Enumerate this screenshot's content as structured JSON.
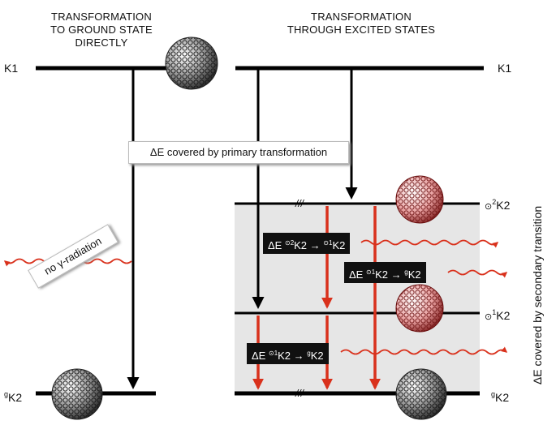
{
  "titles": {
    "left_line1": "TRANSFORMATION",
    "left_line2": "TO GROUND STATE",
    "left_line3": "DIRECTLY",
    "right_line1": "TRANSFORMATION",
    "right_line2": "THROUGH EXCITED STATES"
  },
  "levels": {
    "k1_left": "K1",
    "k1_right": "K1",
    "excited2_prefix": "⊙",
    "excited2_sup": "2",
    "excited2_name": "K2",
    "excited1_prefix": "⊙",
    "excited1_sup": "1",
    "excited1_name": "K2",
    "ground_left_sup": "g",
    "ground_left_name": "K2",
    "ground_right_sup": "g",
    "ground_right_name": "K2"
  },
  "labels": {
    "primary": "ΔE covered by primary transformation",
    "no_radiation": "no γ-radiation",
    "secondary": "ΔE covered by secondary transition",
    "break_mark": "///"
  },
  "transitions": [
    {
      "delta": "ΔE",
      "from_sup": "⊙2",
      "from": "K2",
      "arrow": "→",
      "to_sup": "⊙1",
      "to": "K2"
    },
    {
      "delta": "ΔE",
      "from_sup": "⊙1",
      "from": "K2",
      "arrow": "→",
      "to_sup": "g",
      "to": "K2"
    },
    {
      "delta": "ΔE",
      "from_sup": "⊙1",
      "from": "K2",
      "arrow": "→",
      "to_sup": "g",
      "to": "K2"
    }
  ],
  "icons": {
    "molecule_dark": "dark-fullerene-icon",
    "molecule_excited": "red-excited-fullerene-icon",
    "photon": "wavy-photon-arrow-icon"
  },
  "colors": {
    "level_line": "#000000",
    "excited_region": "#e6e6e6",
    "transition_red": "#d9311c",
    "photon_red": "#d9311c",
    "label_box": "#111111"
  }
}
